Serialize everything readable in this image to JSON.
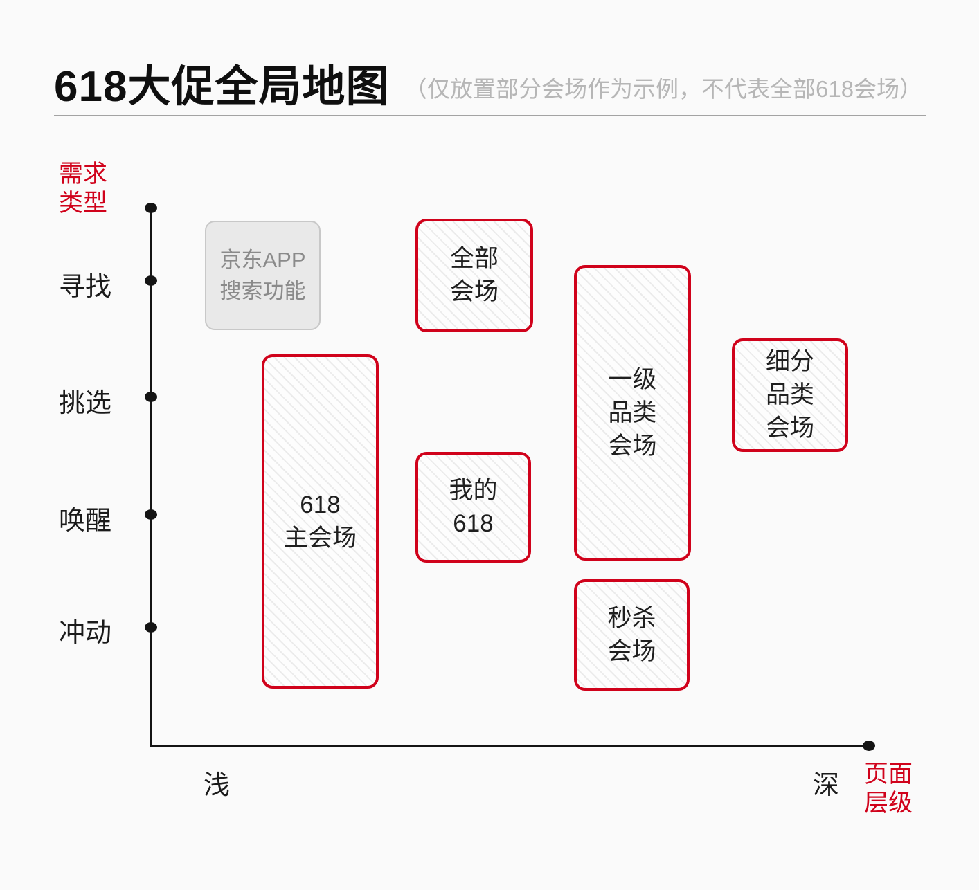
{
  "header": {
    "title": "618大促全局地图",
    "subtitle": "（仅放置部分会场作为示例，不代表全部618会场）"
  },
  "axes": {
    "y_title": "需求\n类型",
    "y_ticks": [
      "寻找",
      "挑选",
      "唤醒",
      "冲动"
    ],
    "x_title": "页面\n层级",
    "x_min_label": "浅",
    "x_max_label": "深"
  },
  "nodes": [
    {
      "label": "京东APP\n搜索功能",
      "state": "inactive"
    },
    {
      "label": "全部\n会场",
      "state": "active"
    },
    {
      "label": "618\n主会场",
      "state": "active"
    },
    {
      "label": "我的\n618",
      "state": "active"
    },
    {
      "label": "一级\n品类\n会场",
      "state": "active"
    },
    {
      "label": "秒杀\n会场",
      "state": "active"
    },
    {
      "label": "细分\n品类\n会场",
      "state": "active"
    }
  ],
  "colors": {
    "accent_red": "#d0021b",
    "inactive_fill": "#e9e9e9",
    "inactive_border": "#c8c8c8",
    "inactive_text": "#8a8a8a",
    "hatch_line": "#ebebeb",
    "axis_black": "#141414",
    "subtitle_gray": "#b6b6b6",
    "background": "#fafafa"
  }
}
